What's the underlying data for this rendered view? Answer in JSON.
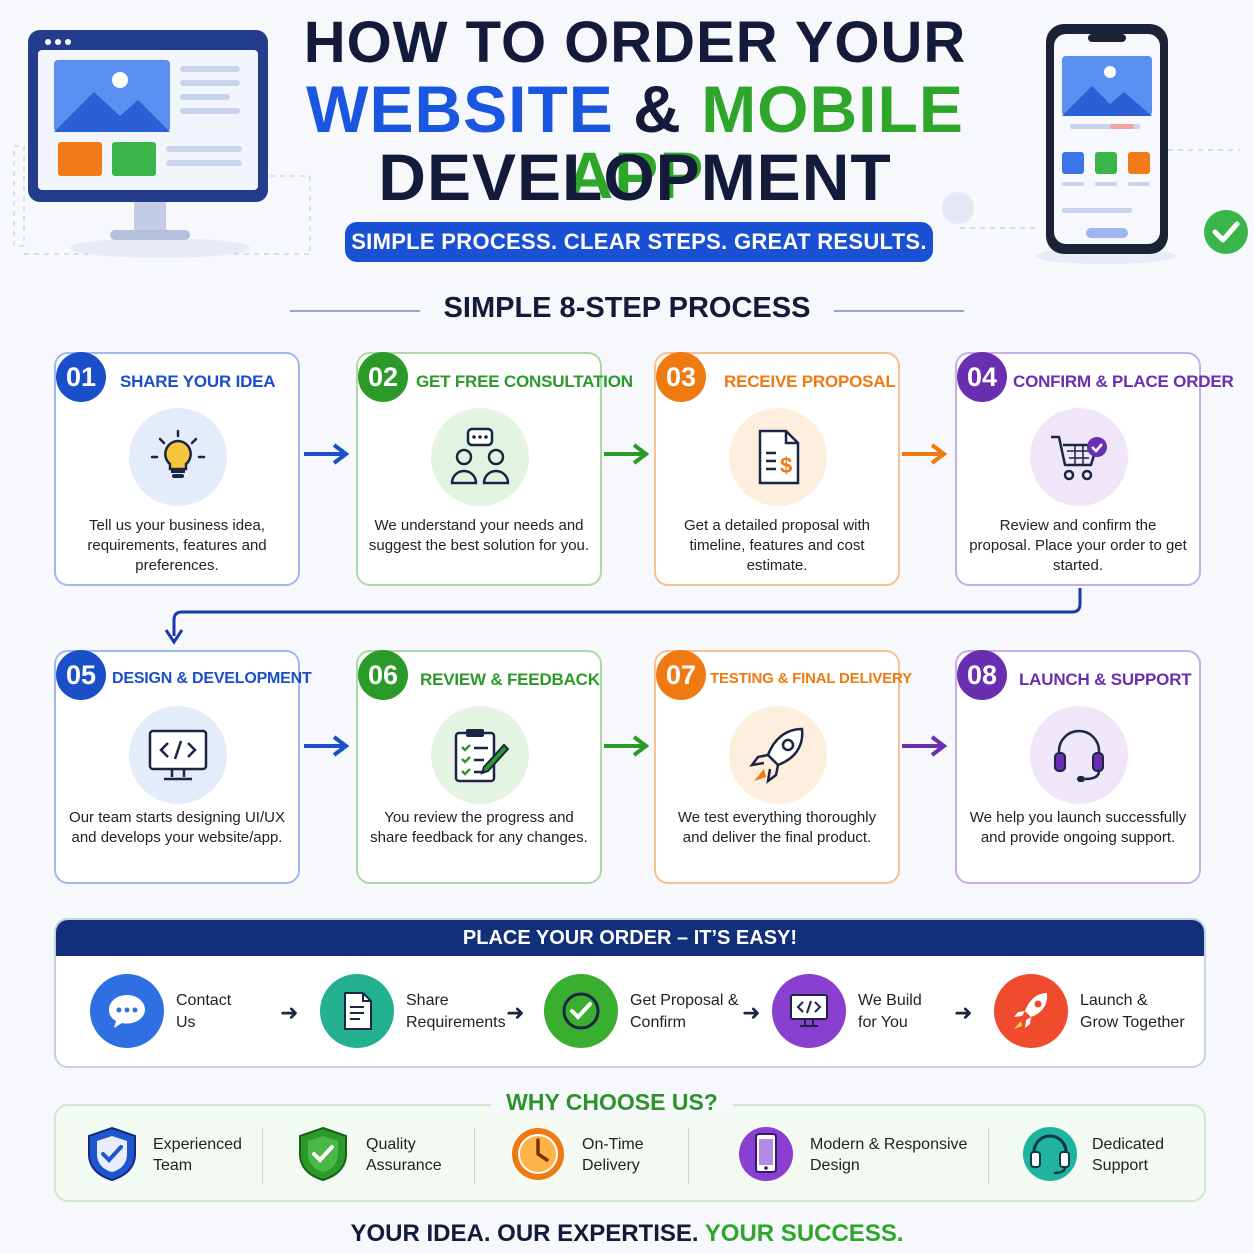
{
  "header": {
    "line1": "HOW TO ORDER YOUR",
    "line2_blue": "WEBSITE",
    "line2_amp": " & ",
    "line2_green": "MOBILE APP",
    "line3": "DEVELOPMENT",
    "tagline": "SIMPLE PROCESS. CLEAR STEPS. GREAT RESULTS."
  },
  "process": {
    "title": "SIMPLE 8-STEP PROCESS",
    "steps": [
      {
        "num": "01",
        "title": "SHARE YOUR IDEA",
        "desc": "Tell us your business idea, requirements, features and preferences.",
        "color": "#1a4fc9",
        "icon": "lightbulb-icon"
      },
      {
        "num": "02",
        "title": "GET FREE CONSULTATION",
        "desc": "We understand your needs and suggest the best solution for you.",
        "color": "#2c9a2a",
        "icon": "consultation-icon"
      },
      {
        "num": "03",
        "title": "RECEIVE PROPOSAL",
        "desc": "Get a detailed proposal with timeline, features and cost estimate.",
        "color": "#f07a12",
        "icon": "proposal-document-icon"
      },
      {
        "num": "04",
        "title": "CONFIRM & PLACE ORDER",
        "desc": "Review and confirm the proposal. Place your order to get started.",
        "color": "#6a2fb0",
        "icon": "cart-check-icon"
      },
      {
        "num": "05",
        "title": "DESIGN & DEVELOPMENT",
        "desc": "Our team starts designing UI/UX and develops your website/app.",
        "color": "#1a4fc9",
        "icon": "monitor-code-icon"
      },
      {
        "num": "06",
        "title": "REVIEW & FEEDBACK",
        "desc": "You review the progress and share feedback for any changes.",
        "color": "#2c9a2a",
        "icon": "clipboard-checklist-icon"
      },
      {
        "num": "07",
        "title": "TESTING & FINAL DELIVERY",
        "desc": "We test everything thoroughly and deliver the final product.",
        "color": "#f07a12",
        "icon": "rocket-icon"
      },
      {
        "num": "08",
        "title": "LAUNCH & SUPPORT",
        "desc": "We help you launch successfully and provide ongoing support.",
        "color": "#6a2fb0",
        "icon": "headset-icon"
      }
    ]
  },
  "order": {
    "title": "PLACE YOUR ORDER – IT’S EASY!",
    "steps": [
      {
        "label": "Contact\nUs",
        "icon": "chat-bubble-icon"
      },
      {
        "label": "Share\nRequirements",
        "icon": "document-icon"
      },
      {
        "label": "Get Proposal &\nConfirm",
        "icon": "check-circle-icon"
      },
      {
        "label": "We Build\nfor You",
        "icon": "monitor-code-icon"
      },
      {
        "label": "Launch &\nGrow Together",
        "icon": "rocket-icon"
      }
    ]
  },
  "why": {
    "title": "WHY CHOOSE US?",
    "items": [
      {
        "label": "Experienced\nTeam",
        "icon": "shield-check-icon"
      },
      {
        "label": "Quality\nAssurance",
        "icon": "shield-check-icon"
      },
      {
        "label": "On-Time\nDelivery",
        "icon": "clock-icon"
      },
      {
        "label": "Modern & Responsive\nDesign",
        "icon": "phone-icon"
      },
      {
        "label": "Dedicated\nSupport",
        "icon": "headset-icon"
      }
    ]
  },
  "footer": {
    "part1": "YOUR IDEA. OUR EXPERTISE.",
    "part2": " YOUR SUCCESS."
  }
}
